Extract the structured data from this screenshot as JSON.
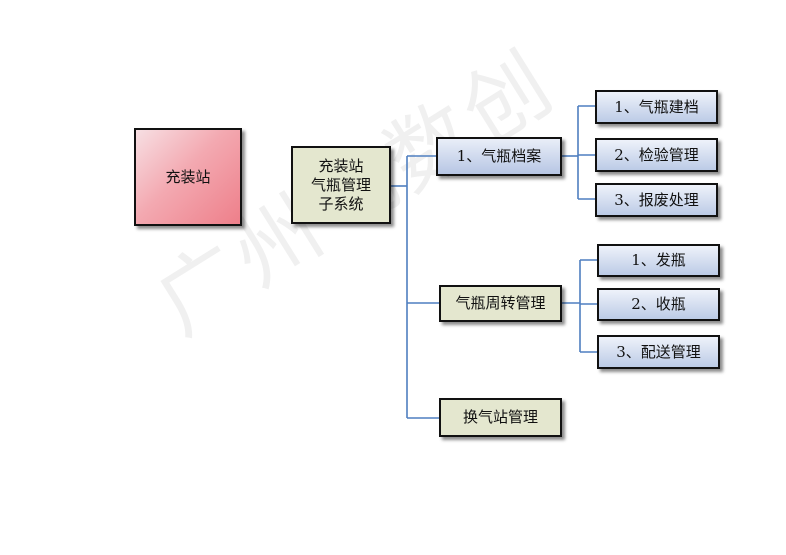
{
  "watermark": "广州飞数创",
  "colors": {
    "connector": "#4f7fc0",
    "border": "#111111"
  },
  "nodes": {
    "station": "充装站",
    "system_lines": [
      "充装站",
      "气瓶管理",
      "子系统"
    ],
    "categories": [
      {
        "label": "1、气瓶档案",
        "children": [
          "1、气瓶建档",
          "2、检验管理",
          "3、报废处理"
        ]
      },
      {
        "label": "气瓶周转管理",
        "children": [
          "1、发瓶",
          "2、收瓶",
          "3、配送管理"
        ]
      },
      {
        "label": "换气站管理",
        "children": []
      }
    ]
  }
}
